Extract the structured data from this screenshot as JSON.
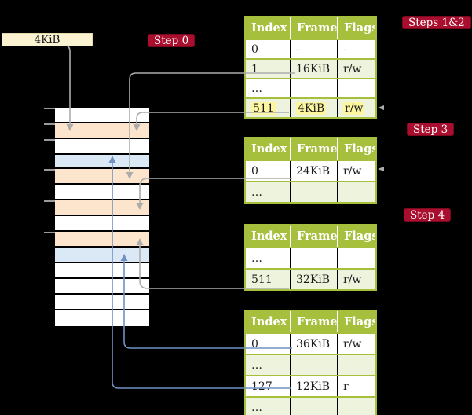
{
  "frame_box": {
    "label": "4KiB"
  },
  "badges": {
    "step0": "Step 0",
    "steps12": "Steps 1&2",
    "step3": "Step 3",
    "step4": "Step 4"
  },
  "table_columns": [
    "Index",
    "Frame",
    "Flags"
  ],
  "tables": [
    {
      "name": "page-table-1",
      "rows": [
        {
          "cells": [
            "0",
            "-",
            "-"
          ],
          "shaded": false,
          "highlight": false
        },
        {
          "cells": [
            "1",
            "16KiB",
            "r/w"
          ],
          "shaded": true,
          "highlight": false
        },
        {
          "cells": [
            "…",
            "",
            ""
          ],
          "shaded": false,
          "highlight": false
        },
        {
          "cells": [
            "511",
            "4KiB",
            "r/w"
          ],
          "shaded": true,
          "highlight": true
        }
      ]
    },
    {
      "name": "page-table-2",
      "rows": [
        {
          "cells": [
            "0",
            "24KiB",
            "r/w"
          ],
          "shaded": false,
          "highlight": false
        },
        {
          "cells": [
            "…",
            "",
            ""
          ],
          "shaded": true,
          "highlight": false
        }
      ]
    },
    {
      "name": "page-table-3",
      "rows": [
        {
          "cells": [
            "…",
            "",
            ""
          ],
          "shaded": false,
          "highlight": false
        },
        {
          "cells": [
            "511",
            "32KiB",
            "r/w"
          ],
          "shaded": true,
          "highlight": false
        }
      ]
    },
    {
      "name": "page-table-4",
      "rows": [
        {
          "cells": [
            "0",
            "36KiB",
            "r/w"
          ],
          "shaded": false,
          "highlight": false
        },
        {
          "cells": [
            "…",
            "",
            ""
          ],
          "shaded": true,
          "highlight": false
        },
        {
          "cells": [
            "127",
            "12KiB",
            "r"
          ],
          "shaded": false,
          "highlight": false
        },
        {
          "cells": [
            "…",
            "",
            ""
          ],
          "shaded": true,
          "highlight": false
        }
      ]
    }
  ],
  "memory_stack": {
    "slot_colors": [
      "white",
      "peach",
      "white",
      "blue",
      "peach",
      "white",
      "peach",
      "white",
      "peach",
      "blue",
      "white",
      "white",
      "white",
      "white"
    ]
  },
  "colors": {
    "crimson": "#a90e2e",
    "olive": "#a6bf3d",
    "row_green": "#eef3dd",
    "highlight_yellow": "#fdf6a0",
    "peach": "#fce5cc",
    "slot_blue": "#dbe8f6",
    "cream": "#fbf2d2",
    "gray_arrow": "#acacac",
    "blue_arrow": "#7191c4",
    "tick_gray": "#9a9a9a"
  }
}
